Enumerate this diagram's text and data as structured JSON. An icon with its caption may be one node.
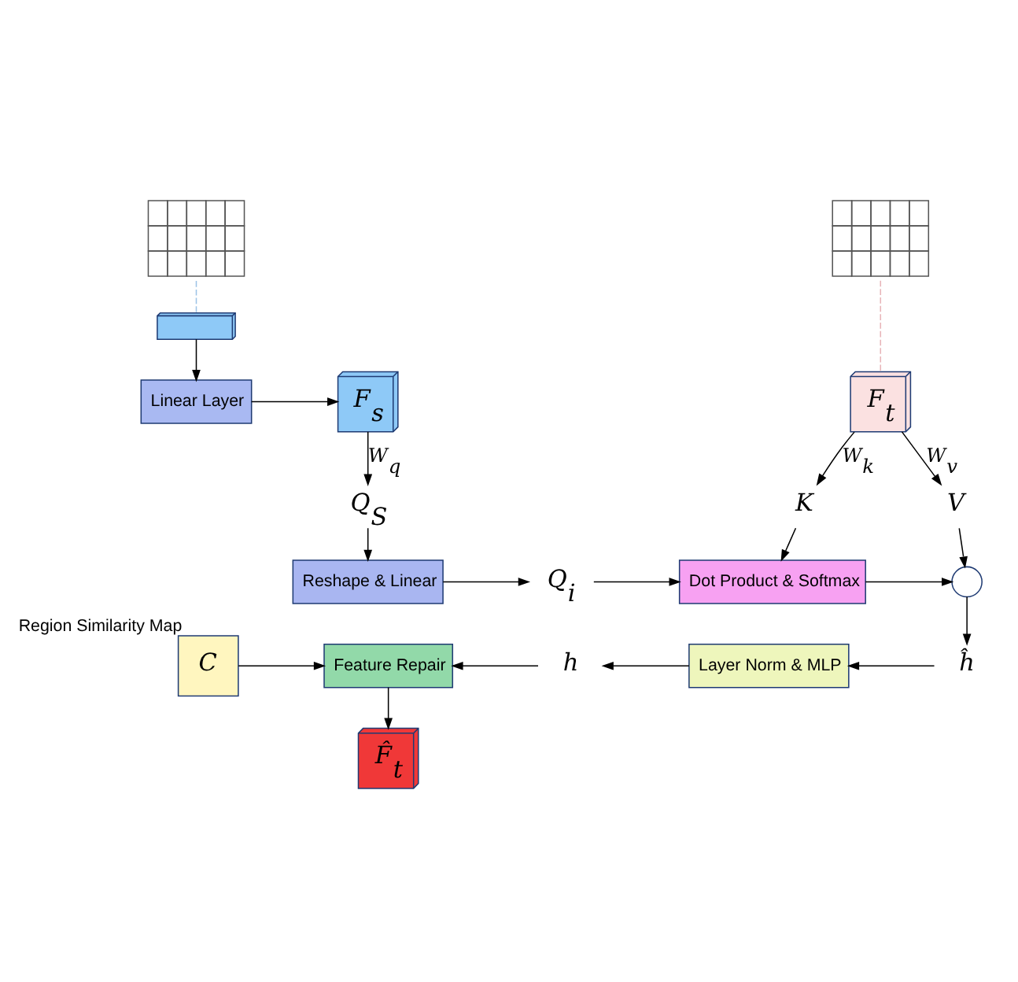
{
  "diagram": {
    "nodes": [
      {
        "text": [],
        "shape": "box"
      },
      {
        "text": [],
        "shape": "box"
      },
      {
        "text": [
          "Linear Layer"
        ]
      },
      {
        "text": [
          "F$_{s}$"
        ]
      },
      {
        "text": [
          "Q$_{S}$"
        ]
      },
      {
        "text": [
          "Reshape & Linear"
        ]
      },
      {
        "text": [
          "Q$_{i}$"
        ]
      },
      {
        "text": [],
        "shape": "box"
      },
      {
        "text": [
          "F$_{t}$"
        ]
      },
      {
        "text": [
          "K"
        ]
      },
      {
        "text": [
          "V"
        ]
      },
      {
        "text": [
          "Dot Product & Softmax"
        ]
      },
      {
        "text": [],
        "shape": "circle"
      },
      {
        "text": [
          "ĥ"
        ]
      },
      {
        "text": [
          "Layer Norm & MLP"
        ]
      },
      {
        "text": [
          "h"
        ]
      },
      {
        "text": [
          "Feature Repair"
        ]
      },
      {
        "text": [
          "C"
        ],
        "beside": [
          "Region Similarity Map"
        ]
      },
      {
        "text": [
          "F̂$_{t}$"
        ]
      }
    ],
    "edges": [
      {
        "from": 0,
        "to": 1,
        "arrow": "none",
        "style": "dashed",
        "color": "#9cc3e6"
      },
      {
        "from": 1,
        "to": 2,
        "arrow": "to"
      },
      {
        "from": 2,
        "to": 3,
        "arrow": "to"
      },
      {
        "from": 3,
        "to": 4,
        "arrow": "to",
        "label": "W$_{q}$"
      },
      {
        "from": 4,
        "to": 5,
        "arrow": "to"
      },
      {
        "from": 5,
        "to": 6,
        "arrow": "to"
      },
      {
        "from": 6,
        "to": 11,
        "arrow": "to"
      },
      {
        "from": 7,
        "to": 8,
        "arrow": "none",
        "style": "dashed",
        "color": "#e8b4b8"
      },
      {
        "from": 8,
        "to": 9,
        "arrow": "to",
        "label": "W$_{k}$"
      },
      {
        "from": 8,
        "to": 10,
        "arrow": "to",
        "label": "W$_{v}$"
      },
      {
        "from": 9,
        "to": 11,
        "arrow": "to"
      },
      {
        "from": 10,
        "to": 12,
        "arrow": "to"
      },
      {
        "from": 11,
        "to": 12,
        "arrow": "to"
      },
      {
        "from": 12,
        "to": 13,
        "arrow": "to"
      },
      {
        "from": 13,
        "to": 14,
        "arrow": "to"
      },
      {
        "from": 14,
        "to": 15,
        "arrow": "to"
      },
      {
        "from": 15,
        "to": 16,
        "arrow": "to"
      },
      {
        "from": 17,
        "to": 16,
        "arrow": "to"
      },
      {
        "from": 16,
        "to": 18,
        "arrow": "to"
      }
    ]
  }
}
